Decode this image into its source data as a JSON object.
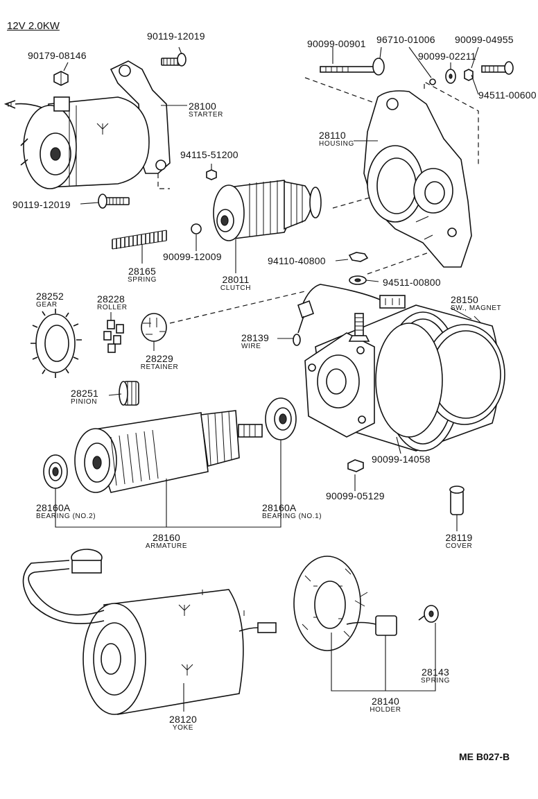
{
  "header": {
    "spec": "12V 2.0KW"
  },
  "reference": "ME B027-B",
  "parts": [
    {
      "id": "p1",
      "number": "90119-12019",
      "name": ""
    },
    {
      "id": "p2",
      "number": "90179-08146",
      "name": ""
    },
    {
      "id": "p3",
      "number": "28100",
      "name": "STARTER"
    },
    {
      "id": "p4",
      "number": "90099-00901",
      "name": ""
    },
    {
      "id": "p5",
      "number": "96710-01006",
      "name": ""
    },
    {
      "id": "p6",
      "number": "90099-04955",
      "name": ""
    },
    {
      "id": "p7",
      "number": "90099-02211",
      "name": ""
    },
    {
      "id": "p8",
      "number": "94511-00600",
      "name": ""
    },
    {
      "id": "p9",
      "number": "28110",
      "name": "HOUSING"
    },
    {
      "id": "p10",
      "number": "94115-51200",
      "name": ""
    },
    {
      "id": "p11",
      "number": "90119-12019",
      "name": ""
    },
    {
      "id": "p12",
      "number": "90099-12009",
      "name": ""
    },
    {
      "id": "p13",
      "number": "28165",
      "name": "SPRING"
    },
    {
      "id": "p14",
      "number": "28011",
      "name": "CLUTCH"
    },
    {
      "id": "p15",
      "number": "94110-40800",
      "name": ""
    },
    {
      "id": "p16",
      "number": "94511-00800",
      "name": ""
    },
    {
      "id": "p17",
      "number": "28252",
      "name": "GEAR"
    },
    {
      "id": "p18",
      "number": "28228",
      "name": "ROLLER"
    },
    {
      "id": "p19",
      "number": "28229",
      "name": "RETAINER"
    },
    {
      "id": "p20",
      "number": "28150",
      "name": "SW., MAGNET"
    },
    {
      "id": "p21",
      "number": "28139",
      "name": "WIRE"
    },
    {
      "id": "p22",
      "number": "28251",
      "name": "PINION"
    },
    {
      "id": "p23",
      "number": "90099-14058",
      "name": ""
    },
    {
      "id": "p24",
      "number": "90099-05129",
      "name": ""
    },
    {
      "id": "p25",
      "number": "28160A",
      "name": "BEARING (NO.2)"
    },
    {
      "id": "p26",
      "number": "28160A",
      "name": "BEARING (NO.1)"
    },
    {
      "id": "p27",
      "number": "28160",
      "name": "ARMATURE"
    },
    {
      "id": "p28",
      "number": "28119",
      "name": "COVER"
    },
    {
      "id": "p29",
      "number": "28120",
      "name": "YOKE"
    },
    {
      "id": "p30",
      "number": "28143",
      "name": "SPRING"
    },
    {
      "id": "p31",
      "number": "28140",
      "name": "HOLDER"
    }
  ]
}
